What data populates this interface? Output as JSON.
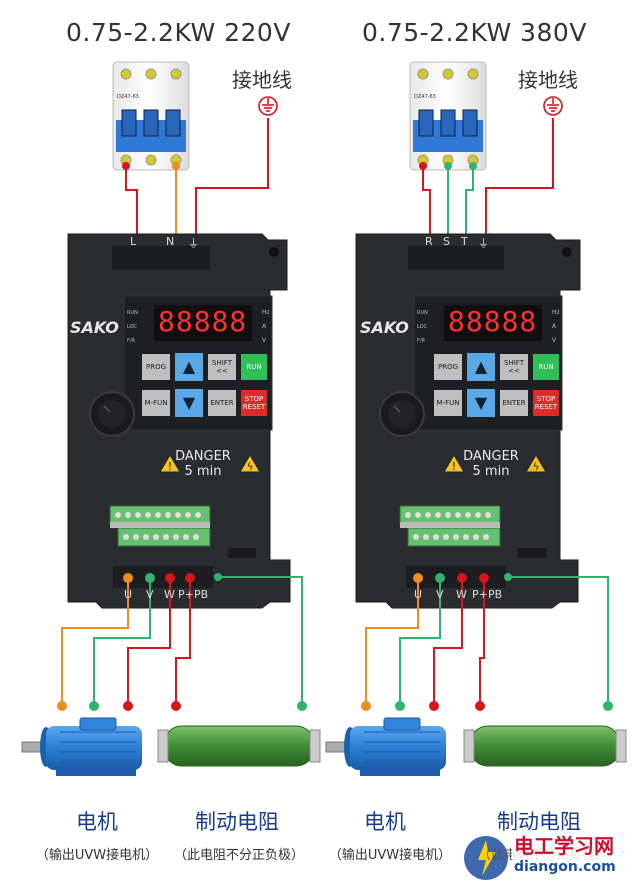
{
  "left": {
    "title": "0.75-2.2KW  220V",
    "ground_label": "接地线",
    "input_terminals": [
      "L",
      "N",
      "⏚"
    ],
    "output_terminals": [
      "U",
      "V",
      "W",
      "P+",
      "PB"
    ],
    "motor_caption": "电机",
    "motor_sub": "（输出UVW接电机）",
    "resistor_caption": "制动电阻",
    "resistor_sub": "（此电阻不分正负极）"
  },
  "right": {
    "title": "0.75-2.2KW  380V",
    "ground_label": "接地线",
    "input_terminals": [
      "R",
      "S",
      "T",
      "⏚"
    ],
    "output_terminals": [
      "U",
      "V",
      "W",
      "P+",
      "PB"
    ],
    "motor_caption": "电机",
    "motor_sub": "（输出UVW接电机）",
    "resistor_caption": "制动电阻",
    "resistor_sub": "（此电阻不分正负极）"
  },
  "drive": {
    "brand": "SAKO",
    "display": "88888",
    "indicators_left": [
      "RUN",
      "LOC",
      "F/R"
    ],
    "indicators_right": [
      "Hz",
      "A",
      "V"
    ],
    "keys": {
      "prog": "PROG",
      "mfun": "M-FUN",
      "shift": "SHIFT <<",
      "enter": "ENTER",
      "run": "RUN",
      "stop": "STOP RESET"
    },
    "danger_text": "DANGER",
    "danger_time": "5 min"
  },
  "breaker_label": "DZ47-63",
  "watermark": {
    "line1": "电工学习网",
    "line2": "diangon.com"
  },
  "colors": {
    "red": "#d9141b",
    "orange": "#f08c1e",
    "green": "#2fb56b",
    "drive_body": "#2a2c30",
    "motor_blue": "#2a7fd4",
    "resistor_green": "#3d8b33"
  }
}
